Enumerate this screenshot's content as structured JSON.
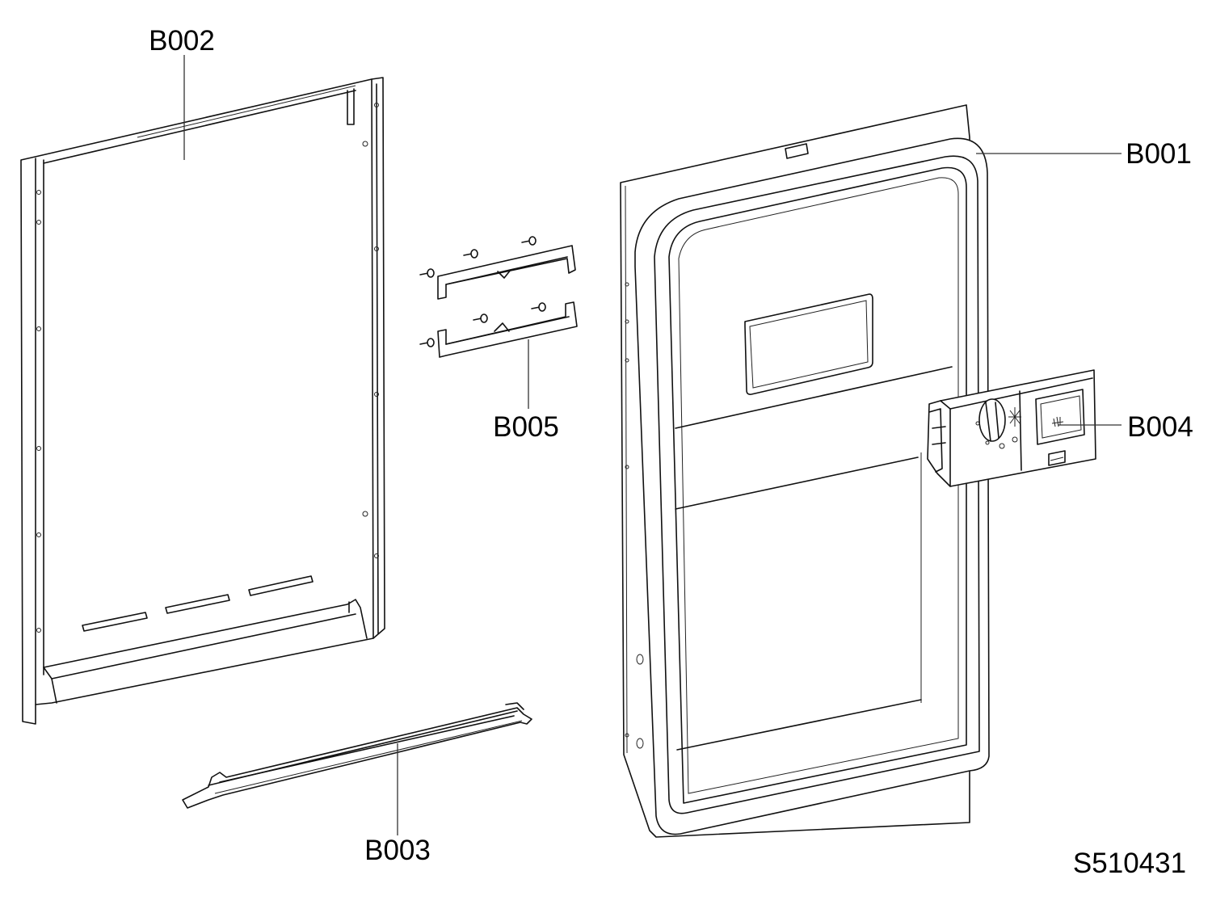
{
  "labels": {
    "b001": "B001",
    "b002": "B002",
    "b003": "B003",
    "b004": "B004",
    "b005": "B005"
  },
  "drawing_number": "S510431"
}
